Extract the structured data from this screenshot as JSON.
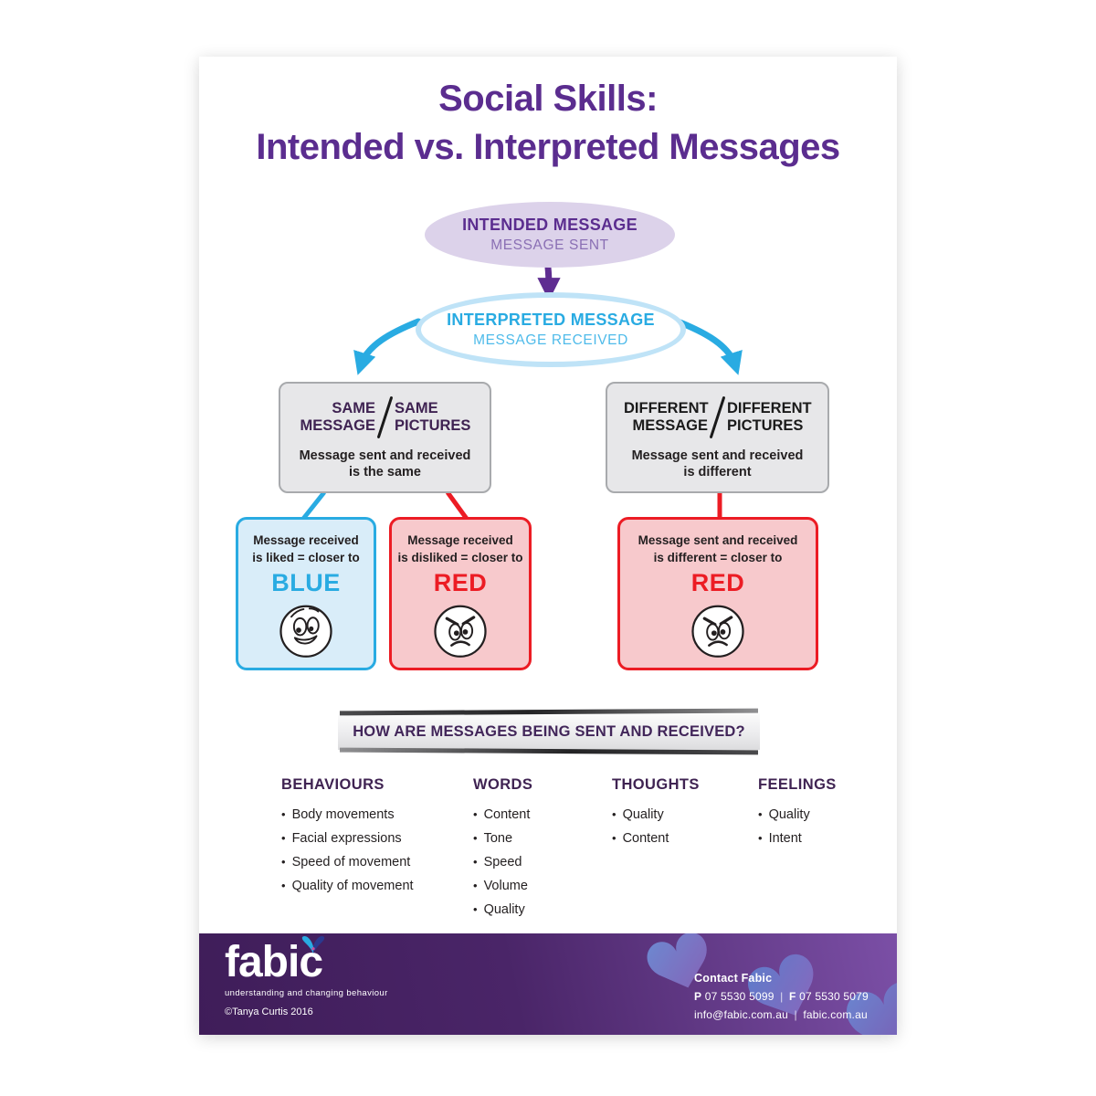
{
  "poster": {
    "title": {
      "line1": "Social Skills:",
      "line2": "Intended vs. Interpreted Messages"
    },
    "flow": {
      "intended": {
        "title": "INTENDED MESSAGE",
        "subtitle": "MESSAGE SENT"
      },
      "interpreted": {
        "title": "INTERPRETED MESSAGE",
        "subtitle": "MESSAGE RECEIVED"
      },
      "same_box": {
        "term_left": "SAME MESSAGE",
        "term_right": "SAME PICTURES",
        "caption_line1": "Message sent and received",
        "caption_line2": "is the same"
      },
      "different_box": {
        "term_left": "DIFFERENT MESSAGE",
        "term_right": "DIFFERENT PICTURES",
        "caption_line1": "Message sent and received",
        "caption_line2": "is different"
      },
      "outcome_blue": {
        "line1": "Message received",
        "line2": "is liked = closer to",
        "keyword": "BLUE",
        "face": "happy"
      },
      "outcome_red": {
        "line1": "Message received",
        "line2": "is disliked = closer to",
        "keyword": "RED",
        "face": "angry"
      },
      "outcome_red_wide": {
        "line1": "Message sent and received",
        "line2": "is different = closer to",
        "keyword": "RED",
        "face": "angry"
      }
    },
    "banner": {
      "text": "HOW ARE MESSAGES BEING SENT AND RECEIVED?"
    },
    "categories": [
      {
        "header": "BEHAVIOURS",
        "items": [
          "Body movements",
          "Facial expressions",
          "Speed of movement",
          "Quality of movement"
        ]
      },
      {
        "header": "WORDS",
        "items": [
          "Content",
          "Tone",
          "Speed",
          "Volume",
          "Quality"
        ]
      },
      {
        "header": "THOUGHTS",
        "items": [
          "Quality",
          "Content"
        ]
      },
      {
        "header": "FEELINGS",
        "items": [
          "Quality",
          "Intent"
        ]
      }
    ],
    "footer": {
      "logo_text": "fabic",
      "logo_icon": "butterfly-icon",
      "tagline": "understanding and changing behaviour",
      "copyright": "©Tanya Curtis 2016",
      "contact_heading": "Contact Fabic",
      "phone_label": "P",
      "phone_number": "07 5530 5099",
      "fax_label": "F",
      "fax_number": "07 5530 5079",
      "separator": "|",
      "email": "info@fabic.com.au",
      "website": "fabic.com.au"
    },
    "colors": {
      "title_purple": "#5b2d8f",
      "blue": "#29abe2",
      "red": "#ec1c24",
      "dark_purple": "#3f2352",
      "lavender": "#dcd2ea",
      "light_blue_fill": "#d9edf9",
      "pink_fill": "#f7c9cc",
      "gray_fill": "#e7e7e9",
      "footer_purple_dark": "#3f1d59",
      "footer_purple_light": "#7b4fa6"
    }
  }
}
